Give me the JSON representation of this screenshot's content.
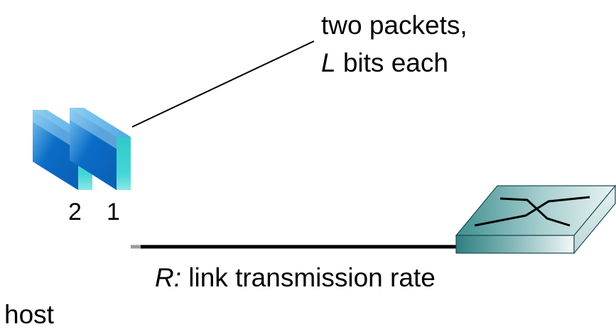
{
  "packets_callout": {
    "line1": "two packets,",
    "var": "L",
    "line2_rest": " bits each"
  },
  "packets": [
    {
      "number": "2"
    },
    {
      "number": "1"
    }
  ],
  "link": {
    "var": "R:",
    "rest": " link transmission rate"
  },
  "host": {
    "label": "host"
  },
  "colors": {
    "packet_blue": "#0a6cc7",
    "packet_light_blue": "#6ab8ea",
    "packet_cyan": "#3fd3d4",
    "link_line": "#000000",
    "host_stub": "#9a9a9a",
    "router_teal": "#2f7f82"
  },
  "icons": [
    "packet-icon",
    "router-icon"
  ]
}
